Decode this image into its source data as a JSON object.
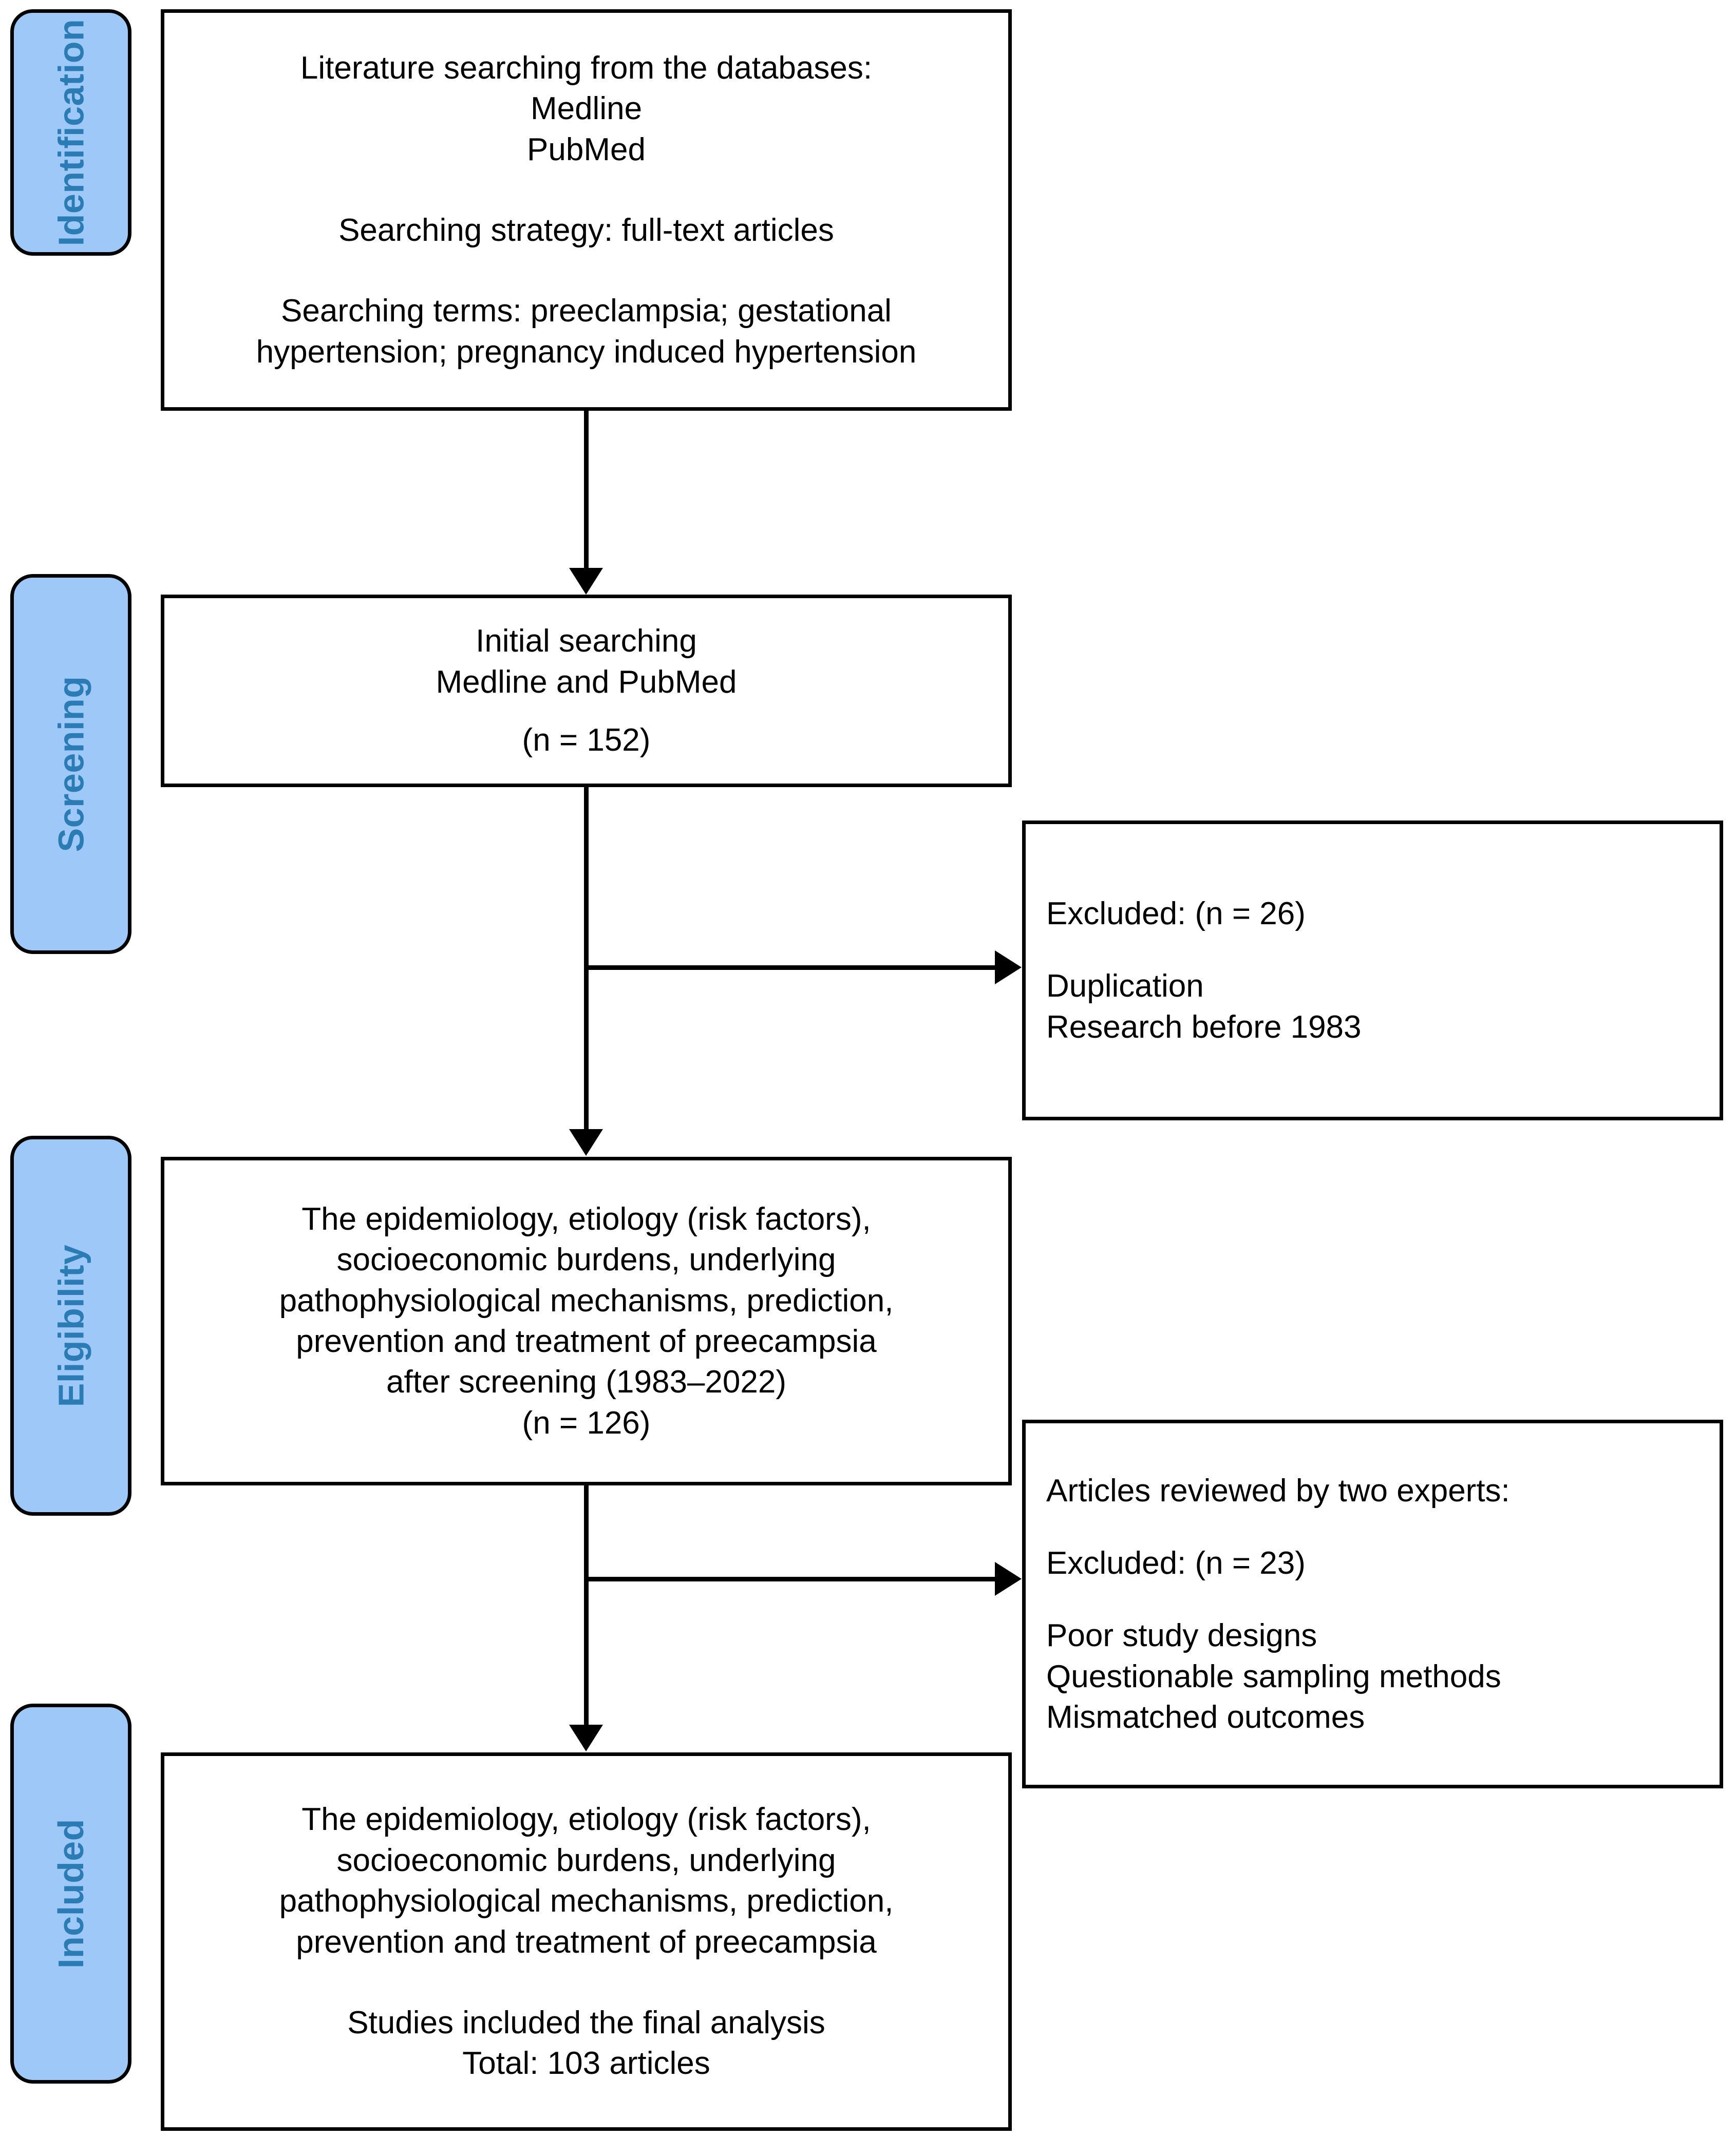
{
  "diagram": {
    "title": "PRISMA literature selection flow diagram",
    "colors": {
      "pill_fill": "#9DC8F7",
      "pill_label": "#2B7CB5",
      "border": "#000000",
      "background": "#FFFFFF"
    }
  },
  "stages": [
    {
      "id": "identification",
      "label": "Identification"
    },
    {
      "id": "screening",
      "label": "Screening"
    },
    {
      "id": "eligibility",
      "label": "Eligibility"
    },
    {
      "id": "included",
      "label": "Included"
    }
  ],
  "boxes": {
    "identification": {
      "line1": "Literature searching from the databases:",
      "line2": "Medline",
      "line3": "PubMed",
      "line4": "Searching strategy: full-text articles",
      "line5": "Searching terms: preeclampsia; gestational",
      "line6": "hypertension; pregnancy induced hypertension"
    },
    "initial_search": {
      "line1": "Initial searching",
      "line2": "Medline and PubMed",
      "line3": "(n = 152)"
    },
    "excluded_first": {
      "heading": "Excluded: (n = 26)",
      "reason1": "Duplication",
      "reason2": "Research before 1983"
    },
    "eligibility": {
      "line1": "The epidemiology, etiology (risk factors),",
      "line2": "socioeconomic burdens, underlying",
      "line3": "pathophysiological mechanisms, prediction,",
      "line4": "prevention and treatment of preecampsia",
      "line5": "after screening (1983–2022)",
      "line6": "(n = 126)"
    },
    "excluded_second": {
      "heading": "Articles reviewed by two experts:",
      "count": "Excluded: (n = 23)",
      "reason1": "Poor study designs",
      "reason2": "Questionable sampling methods",
      "reason3": "Mismatched outcomes"
    },
    "included": {
      "line1": "The epidemiology, etiology (risk factors),",
      "line2": "socioeconomic burdens, underlying",
      "line3": "pathophysiological mechanisms, prediction,",
      "line4": "prevention and treatment of preecampsia",
      "line5": "Studies included the final analysis",
      "line6": "Total: 103 articles"
    }
  }
}
